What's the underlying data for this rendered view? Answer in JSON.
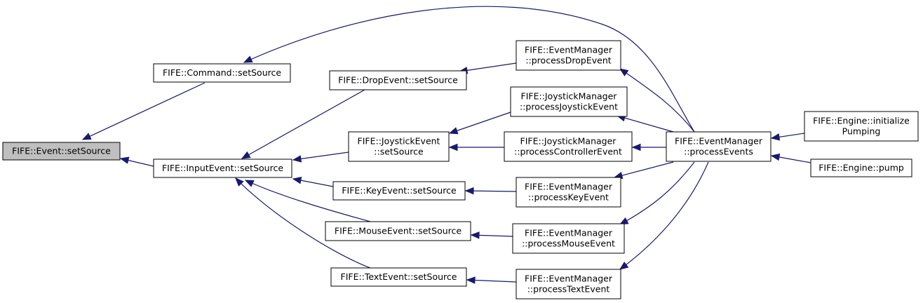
{
  "nodes": [
    {
      "id": "event_setsource",
      "lines": [
        "FIFE::Event::setSource"
      ],
      "root": true
    },
    {
      "id": "command_setsource",
      "lines": [
        "FIFE::Command::setSource"
      ]
    },
    {
      "id": "inputevent_setsource",
      "lines": [
        "FIFE::InputEvent::setSource"
      ]
    },
    {
      "id": "dropevent_setsource",
      "lines": [
        "FIFE::DropEvent::setSource"
      ]
    },
    {
      "id": "joystickevent_setsource",
      "lines": [
        "FIFE::JoystickEvent",
        "::setSource"
      ]
    },
    {
      "id": "keyevent_setsource",
      "lines": [
        "FIFE::KeyEvent::setSource"
      ]
    },
    {
      "id": "mouseevent_setsource",
      "lines": [
        "FIFE::MouseEvent::setSource"
      ]
    },
    {
      "id": "textevent_setsource",
      "lines": [
        "FIFE::TextEvent::setSource"
      ]
    },
    {
      "id": "em_processdropevent",
      "lines": [
        "FIFE::EventManager",
        "::processDropEvent"
      ]
    },
    {
      "id": "jm_processjoystickevent",
      "lines": [
        "FIFE::JoystickManager",
        "::processJoystickEvent"
      ]
    },
    {
      "id": "jm_processcontrollerevent",
      "lines": [
        "FIFE::JoystickManager",
        "::processControllerEvent"
      ]
    },
    {
      "id": "em_processkeyevent",
      "lines": [
        "FIFE::EventManager",
        "::processKeyEvent"
      ]
    },
    {
      "id": "em_processmouseevent",
      "lines": [
        "FIFE::EventManager",
        "::processMouseEvent"
      ]
    },
    {
      "id": "em_processtextevent",
      "lines": [
        "FIFE::EventManager",
        "::processTextEvent"
      ]
    },
    {
      "id": "em_processevents",
      "lines": [
        "FIFE::EventManager",
        "::processEvents"
      ]
    },
    {
      "id": "engine_initializepumping",
      "lines": [
        "FIFE::Engine::initialize",
        "Pumping"
      ]
    },
    {
      "id": "engine_pump",
      "lines": [
        "FIFE::Engine::pump"
      ]
    }
  ],
  "edges": [
    {
      "from": "command_setsource",
      "to": "event_setsource"
    },
    {
      "from": "inputevent_setsource",
      "to": "event_setsource"
    },
    {
      "from": "em_processevents",
      "to": "command_setsource"
    },
    {
      "from": "dropevent_setsource",
      "to": "inputevent_setsource"
    },
    {
      "from": "joystickevent_setsource",
      "to": "inputevent_setsource"
    },
    {
      "from": "keyevent_setsource",
      "to": "inputevent_setsource"
    },
    {
      "from": "mouseevent_setsource",
      "to": "inputevent_setsource"
    },
    {
      "from": "textevent_setsource",
      "to": "inputevent_setsource"
    },
    {
      "from": "em_processdropevent",
      "to": "dropevent_setsource"
    },
    {
      "from": "jm_processjoystickevent",
      "to": "joystickevent_setsource"
    },
    {
      "from": "jm_processcontrollerevent",
      "to": "joystickevent_setsource"
    },
    {
      "from": "em_processkeyevent",
      "to": "keyevent_setsource"
    },
    {
      "from": "em_processmouseevent",
      "to": "mouseevent_setsource"
    },
    {
      "from": "em_processtextevent",
      "to": "textevent_setsource"
    },
    {
      "from": "em_processevents",
      "to": "em_processdropevent"
    },
    {
      "from": "em_processevents",
      "to": "jm_processjoystickevent"
    },
    {
      "from": "em_processevents",
      "to": "jm_processcontrollerevent"
    },
    {
      "from": "em_processevents",
      "to": "em_processkeyevent"
    },
    {
      "from": "em_processevents",
      "to": "em_processmouseevent"
    },
    {
      "from": "em_processevents",
      "to": "em_processtextevent"
    },
    {
      "from": "engine_initializepumping",
      "to": "em_processevents"
    },
    {
      "from": "engine_pump",
      "to": "em_processevents"
    }
  ],
  "colors": {
    "edge": "#191970",
    "root_fill": "#bfbfbf",
    "node_fill": "#ffffff"
  }
}
